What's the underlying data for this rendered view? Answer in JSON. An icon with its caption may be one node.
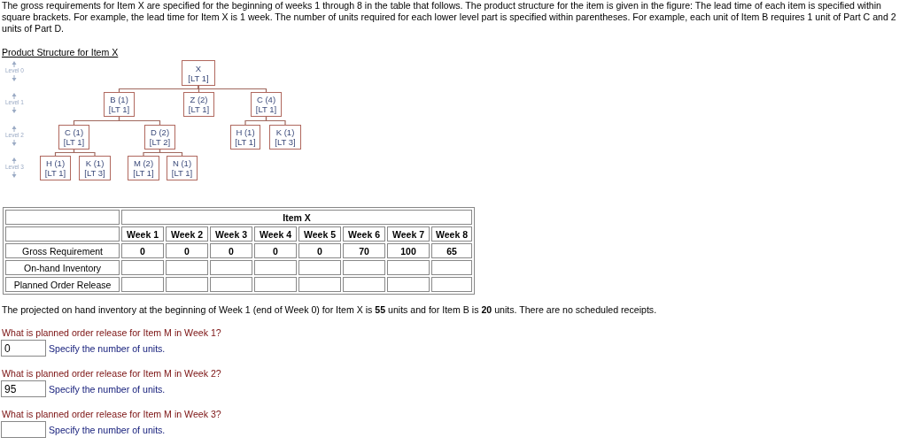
{
  "diagram": {
    "nodes": [
      {
        "text": [
          "X",
          "[LT 1]"
        ]
      },
      {
        "text": [
          "B (1)",
          "[LT 1]"
        ]
      },
      {
        "text": [
          "Z (2)",
          "[LT 1]"
        ]
      },
      {
        "text": [
          "C (4)",
          "[LT 1]"
        ]
      },
      {
        "text": [
          "C (1)",
          "[LT 1]"
        ]
      },
      {
        "text": [
          "D (2)",
          "[LT 2]"
        ]
      },
      {
        "text": [
          "H (1)",
          "[LT 1]"
        ]
      },
      {
        "text": [
          "K (1)",
          "[LT 3]"
        ]
      },
      {
        "text": [
          "H (1)",
          "[LT 1]"
        ]
      },
      {
        "text": [
          "K (1)",
          "[LT 3]"
        ]
      },
      {
        "text": [
          "M (2)",
          "[LT 1]"
        ]
      },
      {
        "text": [
          "N (1)",
          "[LT 1]"
        ]
      }
    ],
    "edges": [
      {
        "from": 0,
        "to": 1,
        "arrow": "none"
      },
      {
        "from": 0,
        "to": 2,
        "arrow": "none"
      },
      {
        "from": 0,
        "to": 3,
        "arrow": "none"
      },
      {
        "from": 1,
        "to": 4,
        "arrow": "none"
      },
      {
        "from": 1,
        "to": 5,
        "arrow": "none"
      },
      {
        "from": 3,
        "to": 6,
        "arrow": "none"
      },
      {
        "from": 3,
        "to": 7,
        "arrow": "none"
      },
      {
        "from": 4,
        "to": 8,
        "arrow": "none"
      },
      {
        "from": 4,
        "to": 9,
        "arrow": "none"
      },
      {
        "from": 5,
        "to": 10,
        "arrow": "none"
      },
      {
        "from": 5,
        "to": 11,
        "arrow": "none"
      }
    ],
    "labels": [
      "The gross requirements for Item X are specified for the beginning of weeks 1 through 8 in the table that follows. The product structure for the item is given in the figure: The lead time of each item is specified within square brackets. For example, the lead time for Item X is 1 week. The number of units required for each lower level part is specified within parentheses. For example, each unit of Item B requires 1 unit of Part C and 2 units of Part D.",
      "Product Structure for Item X",
      "Level 0",
      "Level 1",
      "Level 2",
      "Level 3",
      "Item X",
      "Week 1",
      "Week 2",
      "Week 3",
      "Week 4",
      "Week 5",
      "Week 6",
      "Week 7",
      "Week 8",
      "Gross Requirement",
      "0",
      "0",
      "0",
      "0",
      "0",
      "70",
      "100",
      "65",
      "On-hand Inventory",
      "Planned Order Release",
      "The projected on hand inventory at the beginning of Week 1 (end of Week 0) for Item X is **55** units and for Item B is **20** units. There are no scheduled receipts.",
      "What is planned order release for Item M in Week 1?",
      "0",
      "Specify the number of units.",
      "What is planned order release for Item M in Week 2?",
      "95",
      "Specify the number of units.",
      "What is planned order release for Item M in Week 3?",
      "Specify the number of units."
    ]
  }
}
